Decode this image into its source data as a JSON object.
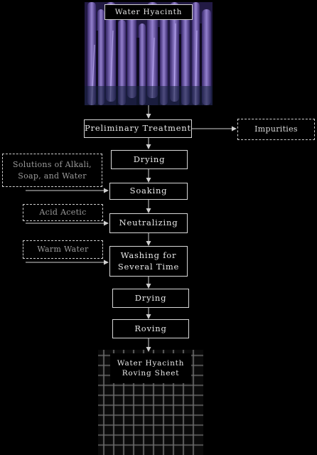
{
  "diagram": {
    "top_image_label": "Water Hyacinth",
    "bottom_image_label_line1": "Water Hyacinth",
    "bottom_image_label_line2": "Roving Sheet",
    "steps": {
      "preliminary": "Preliminary Treatment",
      "drying1": "Drying",
      "soaking": "Soaking",
      "neutralizing": "Neutralizing",
      "washing_line1": "Washing for",
      "washing_line2": "Several Time",
      "drying2": "Drying",
      "roving": "Roving"
    },
    "inputs": {
      "impurities": "Impurities",
      "solutions_line1": "Solutions of Alkali,",
      "solutions_line2": "Soap, and Water",
      "acid": "Acid Acetic",
      "warm_water": "Warm Water"
    }
  }
}
